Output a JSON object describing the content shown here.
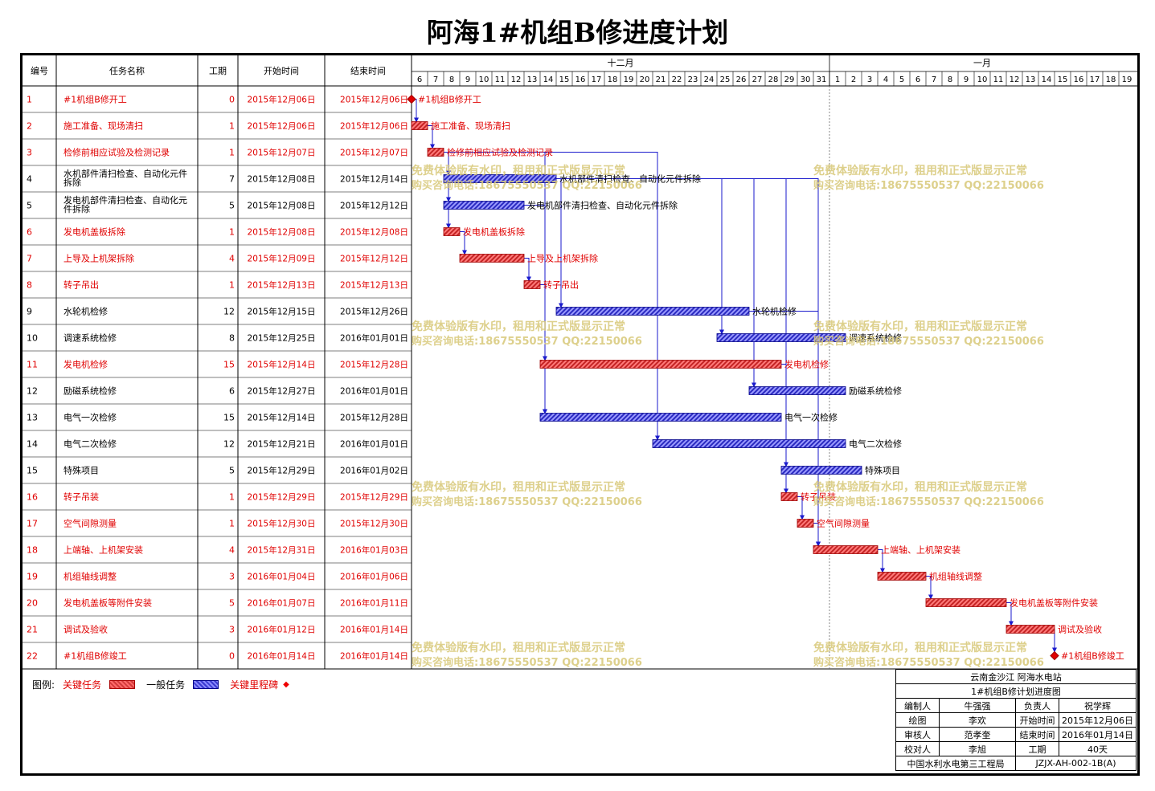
{
  "title": "阿海1#机组B修进度计划",
  "headers": {
    "id": "编号",
    "name": "任务名称",
    "duration": "工期",
    "start": "开始时间",
    "end": "结束时间"
  },
  "months": [
    {
      "label": "十二月",
      "days": [
        6,
        7,
        8,
        9,
        10,
        11,
        12,
        13,
        14,
        15,
        16,
        17,
        18,
        19,
        20,
        21,
        22,
        23,
        24,
        25,
        26,
        27,
        28,
        29,
        30,
        31
      ]
    },
    {
      "label": "一月",
      "days": [
        1,
        2,
        3,
        4,
        5,
        6,
        7,
        8,
        9,
        10,
        11,
        12,
        13,
        14,
        15,
        16,
        17,
        18,
        19
      ]
    }
  ],
  "colors": {
    "critical": "#e00000",
    "normal": "#000000",
    "critical_bar": "#d23a3a",
    "normal_bar": "#3b3bd0",
    "link": "#1a1acc",
    "watermark": "#d8c878"
  },
  "tasks": [
    {
      "id": "1",
      "name": "#1机组B修开工",
      "dur": "0",
      "start": "2015年12月06日",
      "end": "2015年12月06日",
      "critical": true,
      "s": 0,
      "d": 0,
      "milestone": true
    },
    {
      "id": "2",
      "name": "施工准备、现场清扫",
      "dur": "1",
      "start": "2015年12月06日",
      "end": "2015年12月06日",
      "critical": true,
      "s": 0,
      "d": 1
    },
    {
      "id": "3",
      "name": "检修前相应试验及检测记录",
      "dur": "1",
      "start": "2015年12月07日",
      "end": "2015年12月07日",
      "critical": true,
      "s": 1,
      "d": 1
    },
    {
      "id": "4",
      "name": "水机部件清扫检查、自动化元件拆除",
      "dur": "7",
      "start": "2015年12月08日",
      "end": "2015年12月14日",
      "critical": false,
      "s": 2,
      "d": 7
    },
    {
      "id": "5",
      "name": "发电机部件清扫检查、自动化元件拆除",
      "dur": "5",
      "start": "2015年12月08日",
      "end": "2015年12月12日",
      "critical": false,
      "s": 2,
      "d": 5
    },
    {
      "id": "6",
      "name": "发电机盖板拆除",
      "dur": "1",
      "start": "2015年12月08日",
      "end": "2015年12月08日",
      "critical": true,
      "s": 2,
      "d": 1
    },
    {
      "id": "7",
      "name": "上导及上机架拆除",
      "dur": "4",
      "start": "2015年12月09日",
      "end": "2015年12月12日",
      "critical": true,
      "s": 3,
      "d": 4
    },
    {
      "id": "8",
      "name": "转子吊出",
      "dur": "1",
      "start": "2015年12月13日",
      "end": "2015年12月13日",
      "critical": true,
      "s": 7,
      "d": 1
    },
    {
      "id": "9",
      "name": "水轮机检修",
      "dur": "12",
      "start": "2015年12月15日",
      "end": "2015年12月26日",
      "critical": false,
      "s": 9,
      "d": 12
    },
    {
      "id": "10",
      "name": "调速系统检修",
      "dur": "8",
      "start": "2015年12月25日",
      "end": "2016年01月01日",
      "critical": false,
      "s": 19,
      "d": 8
    },
    {
      "id": "11",
      "name": "发电机检修",
      "dur": "15",
      "start": "2015年12月14日",
      "end": "2015年12月28日",
      "critical": true,
      "s": 8,
      "d": 15
    },
    {
      "id": "12",
      "name": "励磁系统检修",
      "dur": "6",
      "start": "2015年12月27日",
      "end": "2016年01月01日",
      "critical": false,
      "s": 21,
      "d": 6
    },
    {
      "id": "13",
      "name": "电气一次检修",
      "dur": "15",
      "start": "2015年12月14日",
      "end": "2015年12月28日",
      "critical": false,
      "s": 8,
      "d": 15
    },
    {
      "id": "14",
      "name": "电气二次检修",
      "dur": "12",
      "start": "2015年12月21日",
      "end": "2016年01月01日",
      "critical": false,
      "s": 15,
      "d": 12
    },
    {
      "id": "15",
      "name": "特殊项目",
      "dur": "5",
      "start": "2015年12月29日",
      "end": "2016年01月02日",
      "critical": false,
      "s": 23,
      "d": 5
    },
    {
      "id": "16",
      "name": "转子吊装",
      "dur": "1",
      "start": "2015年12月29日",
      "end": "2015年12月29日",
      "critical": true,
      "s": 23,
      "d": 1
    },
    {
      "id": "17",
      "name": "空气间隙测量",
      "dur": "1",
      "start": "2015年12月30日",
      "end": "2015年12月30日",
      "critical": true,
      "s": 24,
      "d": 1
    },
    {
      "id": "18",
      "name": "上端轴、上机架安装",
      "dur": "4",
      "start": "2015年12月31日",
      "end": "2016年01月03日",
      "critical": true,
      "s": 25,
      "d": 4
    },
    {
      "id": "19",
      "name": "机组轴线调整",
      "dur": "3",
      "start": "2016年01月04日",
      "end": "2016年01月06日",
      "critical": true,
      "s": 29,
      "d": 3
    },
    {
      "id": "20",
      "name": "发电机盖板等附件安装",
      "dur": "5",
      "start": "2016年01月07日",
      "end": "2016年01月11日",
      "critical": true,
      "s": 32,
      "d": 5
    },
    {
      "id": "21",
      "name": "调试及验收",
      "dur": "3",
      "start": "2016年01月12日",
      "end": "2016年01月14日",
      "critical": true,
      "s": 37,
      "d": 3
    },
    {
      "id": "22",
      "name": "#1机组B修竣工",
      "dur": "0",
      "start": "2016年01月14日",
      "end": "2016年01月14日",
      "critical": true,
      "s": 40,
      "d": 0,
      "milestone": true
    }
  ],
  "links": [
    [
      1,
      2
    ],
    [
      2,
      3
    ],
    [
      3,
      4
    ],
    [
      3,
      5
    ],
    [
      3,
      6
    ],
    [
      3,
      13
    ],
    [
      3,
      14
    ],
    [
      4,
      9
    ],
    [
      4,
      10
    ],
    [
      4,
      12
    ],
    [
      4,
      15
    ],
    [
      4,
      18
    ],
    [
      5,
      13
    ],
    [
      6,
      7
    ],
    [
      7,
      8
    ],
    [
      8,
      11
    ],
    [
      9,
      18
    ],
    [
      11,
      16
    ],
    [
      16,
      17
    ],
    [
      17,
      18
    ],
    [
      18,
      19
    ],
    [
      19,
      20
    ],
    [
      20,
      21
    ],
    [
      21,
      22
    ]
  ],
  "watermark": {
    "line1": "免费体验版有水印，租用和正式版显示正常",
    "line2": "购买咨询电话:18675550537 QQ:22150066"
  },
  "legend": {
    "label": "图例:",
    "critical": "关键任务",
    "normal": "一般任务",
    "milestone": "关键里程碑"
  },
  "info": {
    "company": "云南金沙江  阿海水电站",
    "doc_title": "1#机组B修计划进度图",
    "rows": [
      [
        "编制人",
        "牛强强",
        "负责人",
        "祝学辉"
      ],
      [
        "绘图",
        "李欢",
        "开始时间",
        "2015年12月06日"
      ],
      [
        "审核人",
        "范孝奎",
        "结束时间",
        "2016年01月14日"
      ],
      [
        "校对人",
        "李旭",
        "工期",
        "40天"
      ]
    ],
    "org": "中国水利水电第三工程局",
    "code": "JZJX-AH-002-1B(A)"
  }
}
